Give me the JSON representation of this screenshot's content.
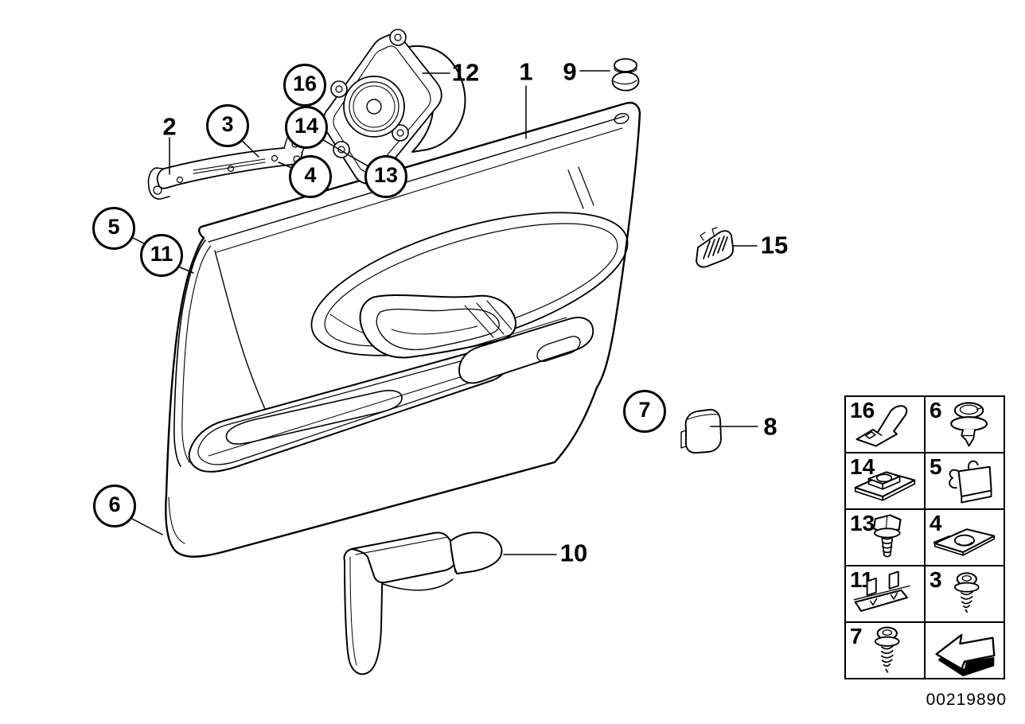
{
  "colors": {
    "line": "#000000",
    "background": "#ffffff"
  },
  "callouts": [
    {
      "label": "1",
      "style": "plain"
    },
    {
      "label": "2",
      "style": "plain"
    },
    {
      "label": "3",
      "style": "circle"
    },
    {
      "label": "4",
      "style": "circle"
    },
    {
      "label": "5",
      "style": "circle"
    },
    {
      "label": "6",
      "style": "circle"
    },
    {
      "label": "7",
      "style": "circle"
    },
    {
      "label": "8",
      "style": "plain"
    },
    {
      "label": "9",
      "style": "plain"
    },
    {
      "label": "10",
      "style": "plain"
    },
    {
      "label": "11",
      "style": "circle"
    },
    {
      "label": "12",
      "style": "plain"
    },
    {
      "label": "13",
      "style": "circle"
    },
    {
      "label": "14",
      "style": "circle"
    },
    {
      "label": "15",
      "style": "plain"
    },
    {
      "label": "16",
      "style": "circle"
    }
  ],
  "legend": {
    "cells": [
      {
        "label": "16",
        "icon": "retaining-clip-icon"
      },
      {
        "label": "6",
        "icon": "expanding-rivet-icon"
      },
      {
        "label": "14",
        "icon": "cage-nut-icon"
      },
      {
        "label": "5",
        "icon": "edge-clip-icon"
      },
      {
        "label": "13",
        "icon": "hex-bolt-icon"
      },
      {
        "label": "4",
        "icon": "speed-nut-icon"
      },
      {
        "label": "11",
        "icon": "mounting-bracket-icon"
      },
      {
        "label": "3",
        "icon": "torx-screw-icon"
      },
      {
        "label": "7",
        "icon": "fillister-screw-icon"
      },
      {
        "label": "",
        "icon": "direction-arrow-icon"
      }
    ]
  },
  "part_number": "00219890"
}
